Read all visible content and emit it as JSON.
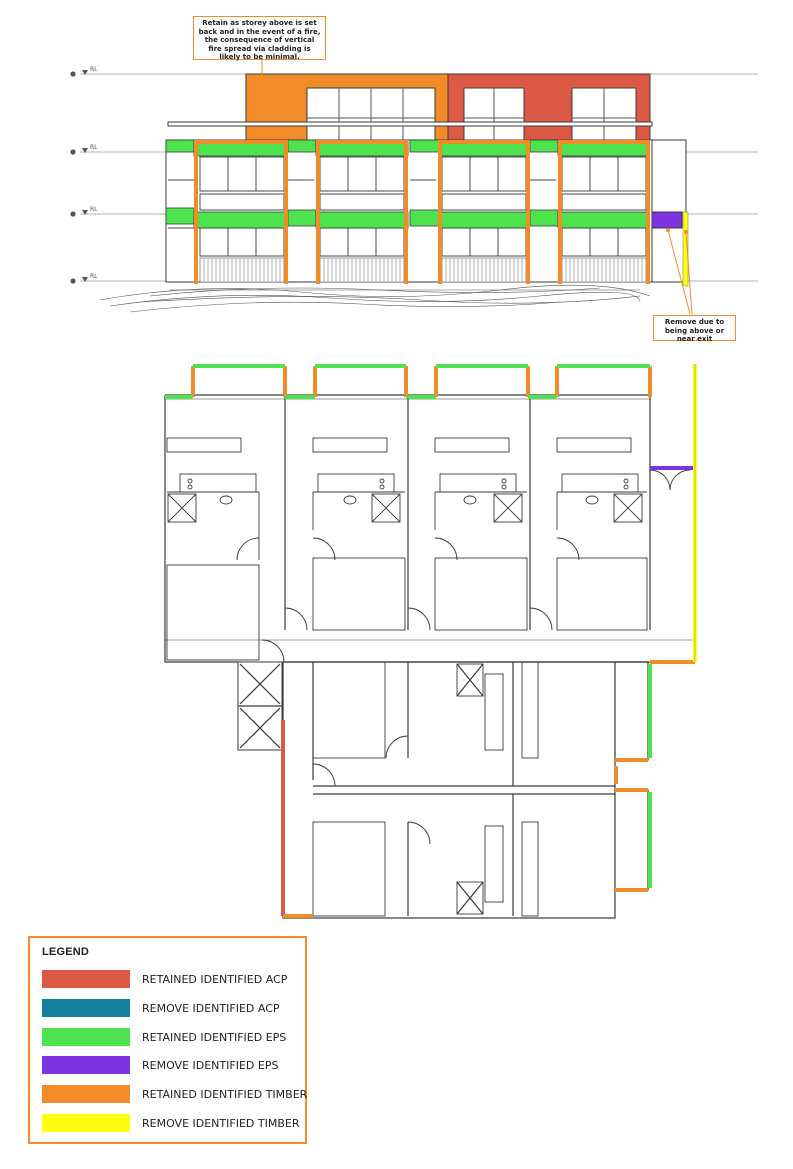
{
  "callouts": {
    "upper_note": "Retain as storey above is set back and in the event of a fire, the consequence of vertical fire spread via cladding is likely to be minimal.",
    "exit_note": "Remove due to being above or near exit"
  },
  "elevation": {
    "level_marks": [
      "RL",
      "RL",
      "RL",
      "RL"
    ]
  },
  "legend": {
    "title": "LEGEND",
    "items": [
      {
        "label": "RETAINED IDENTIFIED ACP",
        "color": "#dc5a45"
      },
      {
        "label": "REMOVE IDENTIFIED ACP",
        "color": "#13809e"
      },
      {
        "label": "RETAINED IDENTIFIED EPS",
        "color": "#4ee34e"
      },
      {
        "label": "REMOVE IDENTIFIED EPS",
        "color": "#7b34e0"
      },
      {
        "label": "RETAINED IDENTIFIED TIMBER",
        "color": "#f28c28"
      },
      {
        "label": "REMOVE IDENTIFIED TIMBER",
        "color": "#ffff0f"
      }
    ]
  },
  "colors": {
    "acp_retain": "#dc5a45",
    "acp_remove": "#13809e",
    "eps_retain": "#4ee34e",
    "eps_remove": "#7b34e0",
    "timber_retain": "#f28c28",
    "timber_remove": "#ffff0f",
    "line": "#3a3a3a"
  }
}
